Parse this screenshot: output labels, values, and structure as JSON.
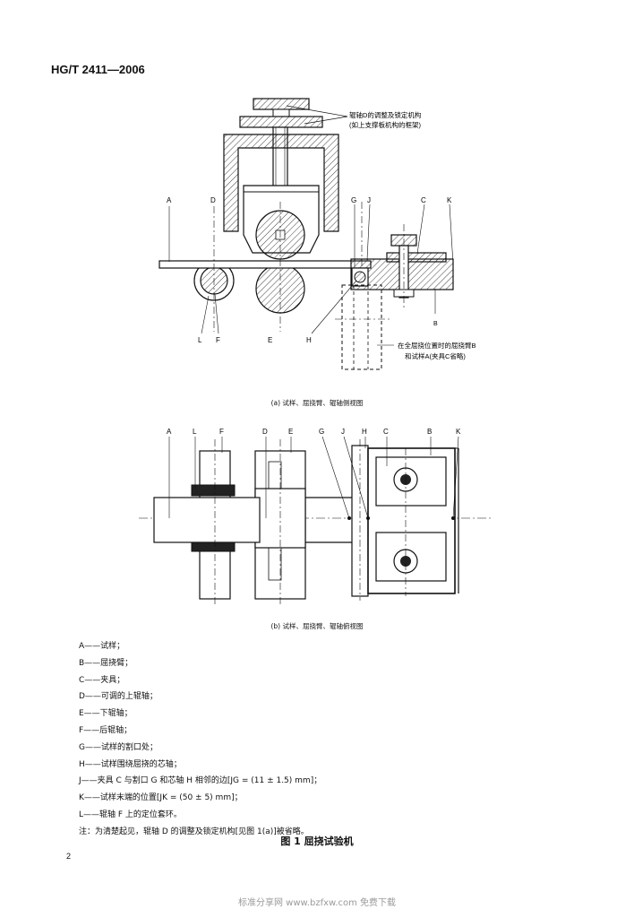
{
  "header": {
    "doc_code": "HG/T 2411—2006"
  },
  "figure_a": {
    "labels": [
      "A",
      "D",
      "G",
      "J",
      "C",
      "K",
      "L",
      "F",
      "E",
      "H"
    ],
    "label_b": "B",
    "annotation_top_line1": "辊轴D的调整及锁定机构",
    "annotation_top_line2": "(如上支撑板机构的框架)",
    "annotation_right_line1": "在全屈挠位置时的屈挠臂B",
    "annotation_right_line2": "和试样A(夹具C省略)",
    "caption": "(a) 试样、屈挠臂、辊轴侧视图"
  },
  "figure_b": {
    "labels": [
      "A",
      "L",
      "F",
      "D",
      "E",
      "G",
      "J",
      "H",
      "C",
      "B",
      "K"
    ],
    "caption": "(b) 试样、屈挠臂、辊轴俯视图"
  },
  "legend": [
    "A——试样；",
    "B——屈挠臂；",
    "C——夹具；",
    "D——可调的上辊轴；",
    "E——下辊轴；",
    "F——后辊轴；",
    "G——试样的割口处；",
    "H——试样围绕屈挠的芯轴；",
    "J——夹具 C 与割口 G 和芯轴 H 相邻的边[JG = (11 ± 1.5) mm]；",
    "K——试样末端的位置[JK = (50 ± 5) mm]；",
    "L——辊轴 F 上的定位套环。",
    "注：为清楚起见，辊轴 D 的调整及锁定机构[见图 1(a)]被省略。"
  ],
  "figure_title": "图 1   屈挠试验机",
  "page_number": "2",
  "footer": "标准分享网 www.bzfxw.com 免费下载"
}
